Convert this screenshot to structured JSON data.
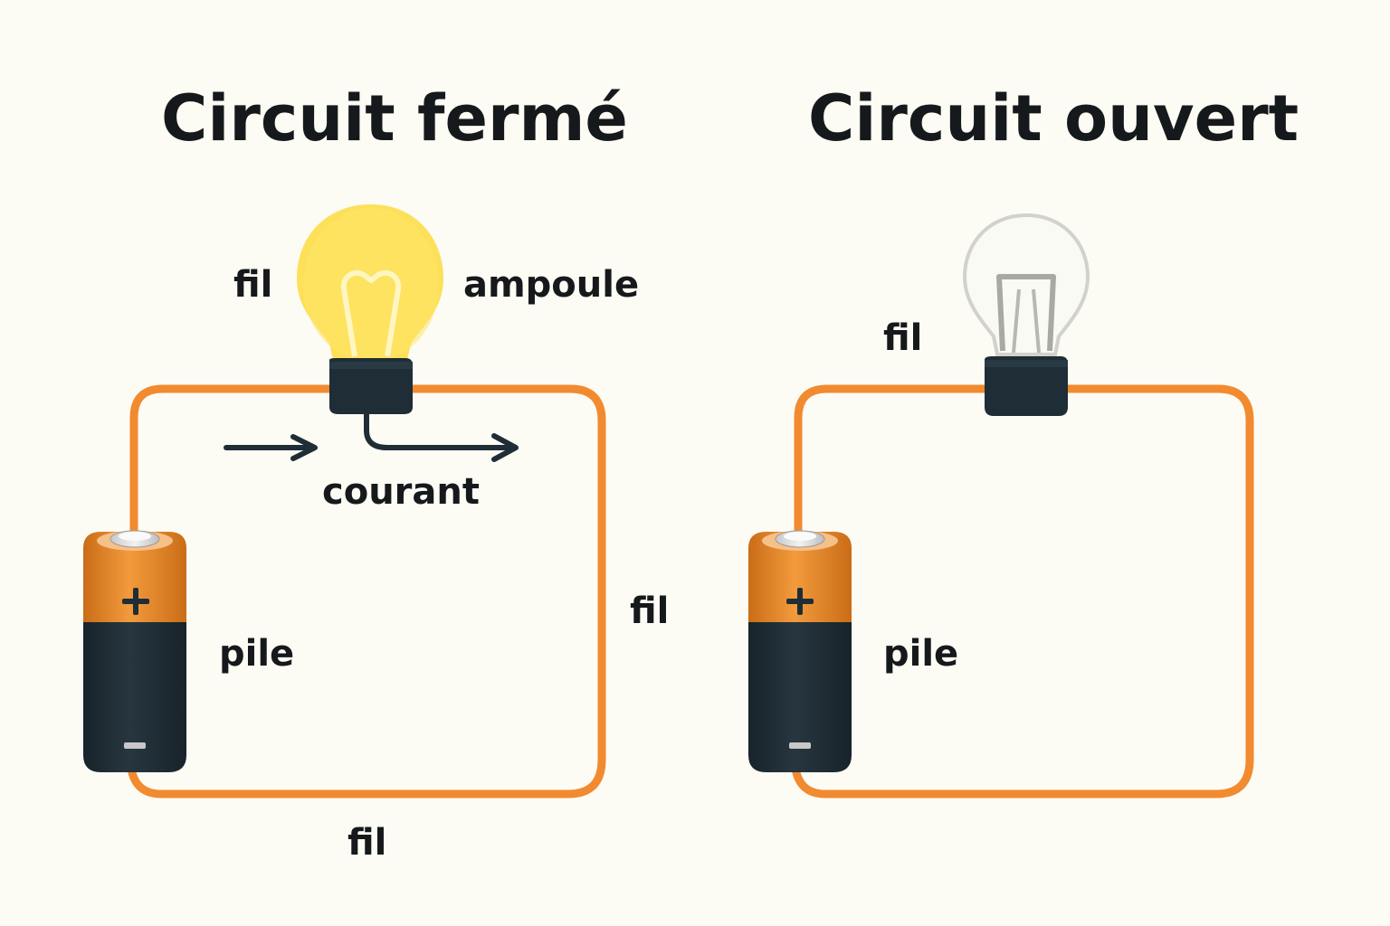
{
  "panels": {
    "closed": {
      "title": "Circuit fermé",
      "label_wire_top": "fil",
      "label_bulb": "ampoule",
      "label_current": "courant",
      "label_battery": "pile",
      "label_wire_right": "fil",
      "label_wire_bottom": "fil",
      "battery_plus": "+",
      "battery_minus": "−",
      "bulb_state": "lit"
    },
    "open": {
      "title": "Circuit ouvert",
      "label_wire_top": "fil",
      "label_battery": "pile",
      "battery_plus": "+",
      "battery_minus": "−",
      "bulb_state": "unlit"
    }
  },
  "colors": {
    "background": "#fcfbf4",
    "wire": "#f28a30",
    "battery_top": "#e8892a",
    "battery_body": "#1f2d36",
    "bulb_lit": "#fde05a",
    "bulb_base": "#1f2d36",
    "text": "#16191c"
  }
}
